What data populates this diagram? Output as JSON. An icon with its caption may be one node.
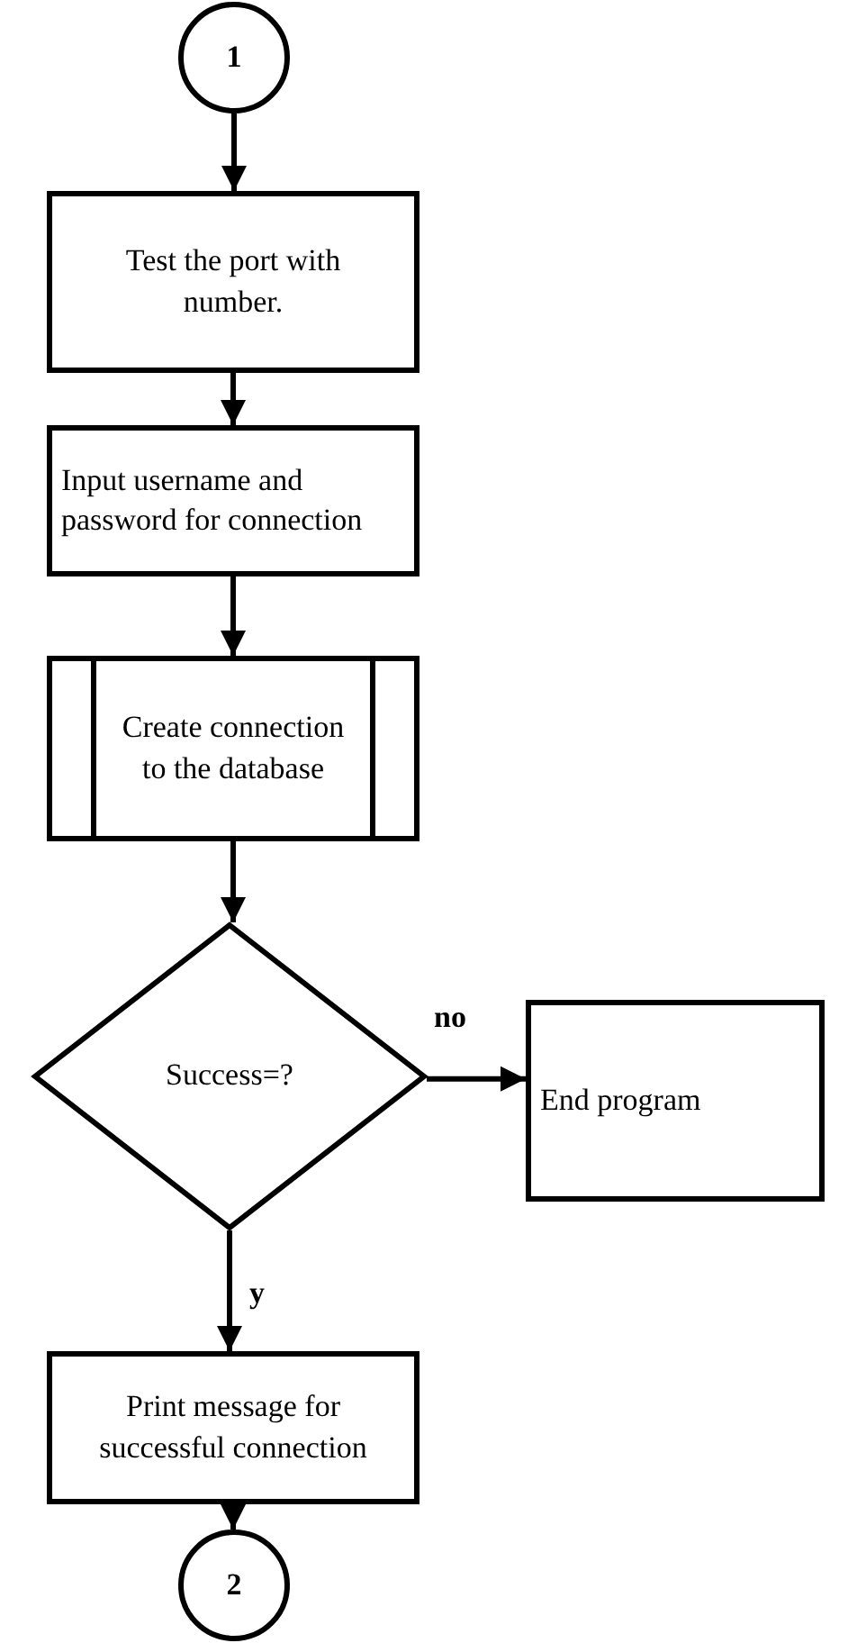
{
  "diagram": {
    "nodes": [
      {
        "text": [
          "1"
        ]
      },
      {
        "text": [
          "Test the port with number."
        ]
      },
      {
        "text": [
          "Input username and password for connection"
        ]
      },
      {
        "text": [
          "Create connection to the database"
        ]
      },
      {
        "text": [
          "Success=?"
        ]
      },
      {
        "text": [
          "End program"
        ]
      },
      {
        "text": [
          "Print message for successful connection"
        ]
      },
      {
        "text": [
          "2"
        ]
      }
    ],
    "edges": [
      {
        "from": 0,
        "to": 1,
        "arrow": "to"
      },
      {
        "from": 1,
        "to": 2,
        "arrow": "to"
      },
      {
        "from": 2,
        "to": 3,
        "arrow": "to"
      },
      {
        "from": 3,
        "to": 4,
        "arrow": "to"
      },
      {
        "from": 4,
        "to": 5,
        "arrow": "to",
        "label": "no"
      },
      {
        "from": 4,
        "to": 6,
        "arrow": "to",
        "label": "y"
      },
      {
        "from": 6,
        "to": 7,
        "arrow": "to"
      }
    ]
  }
}
